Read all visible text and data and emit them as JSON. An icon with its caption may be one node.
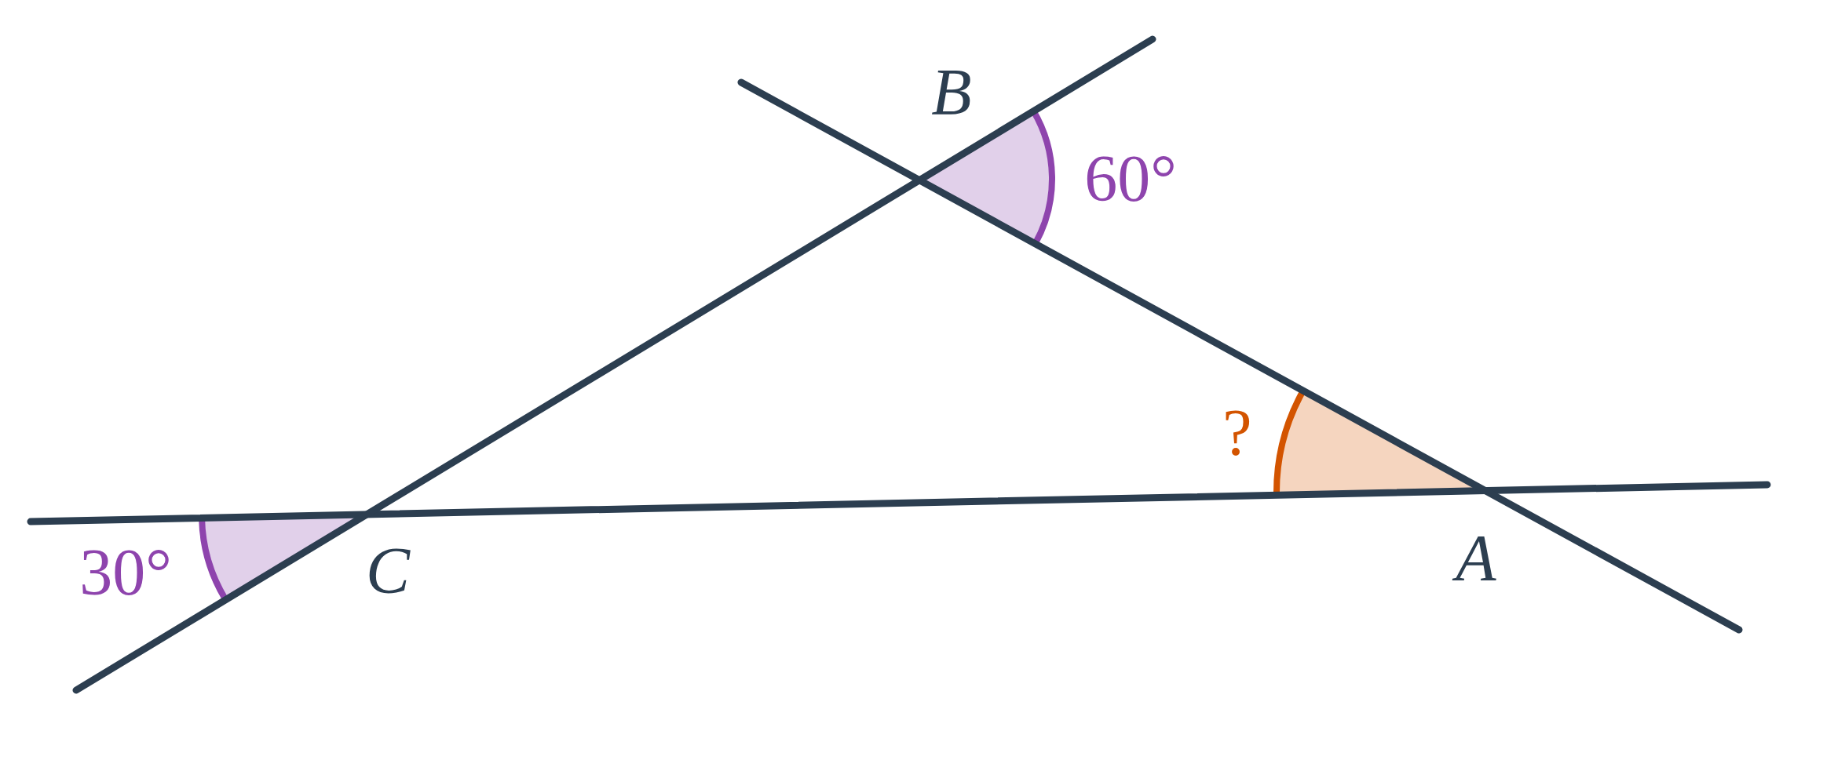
{
  "diagram": {
    "labels": [
      "B",
      "60°",
      "?",
      "30°",
      "C",
      "A"
    ]
  }
}
